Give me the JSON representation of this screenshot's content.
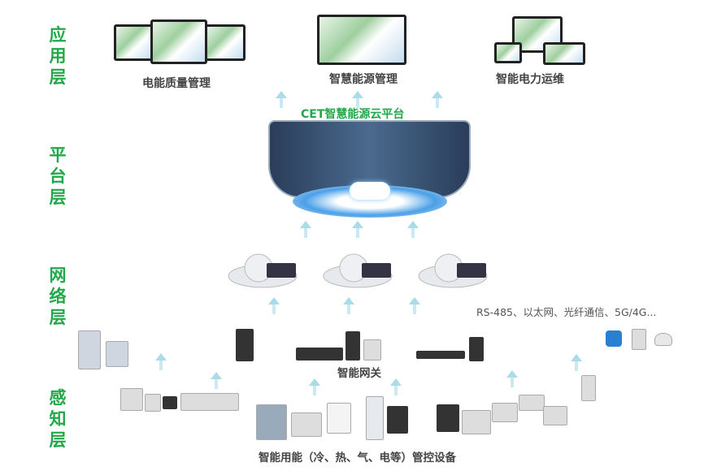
{
  "layers": {
    "application": "应用层",
    "platform": "平台层",
    "network": "网络层",
    "perception": "感知层"
  },
  "apps": [
    "电能质量管理",
    "智慧能源管理",
    "智能电力运维"
  ],
  "platform_title": "CET智慧能源云平台",
  "network_protocols": "RS-485、以太网、光纤通信、5G/4G...",
  "gateway_label": "智能网关",
  "devices_label": "智能用能（冷、热、气、电等）管控设备",
  "colors": {
    "accent": "#22a84a",
    "arrow": "#a9dbe8"
  }
}
